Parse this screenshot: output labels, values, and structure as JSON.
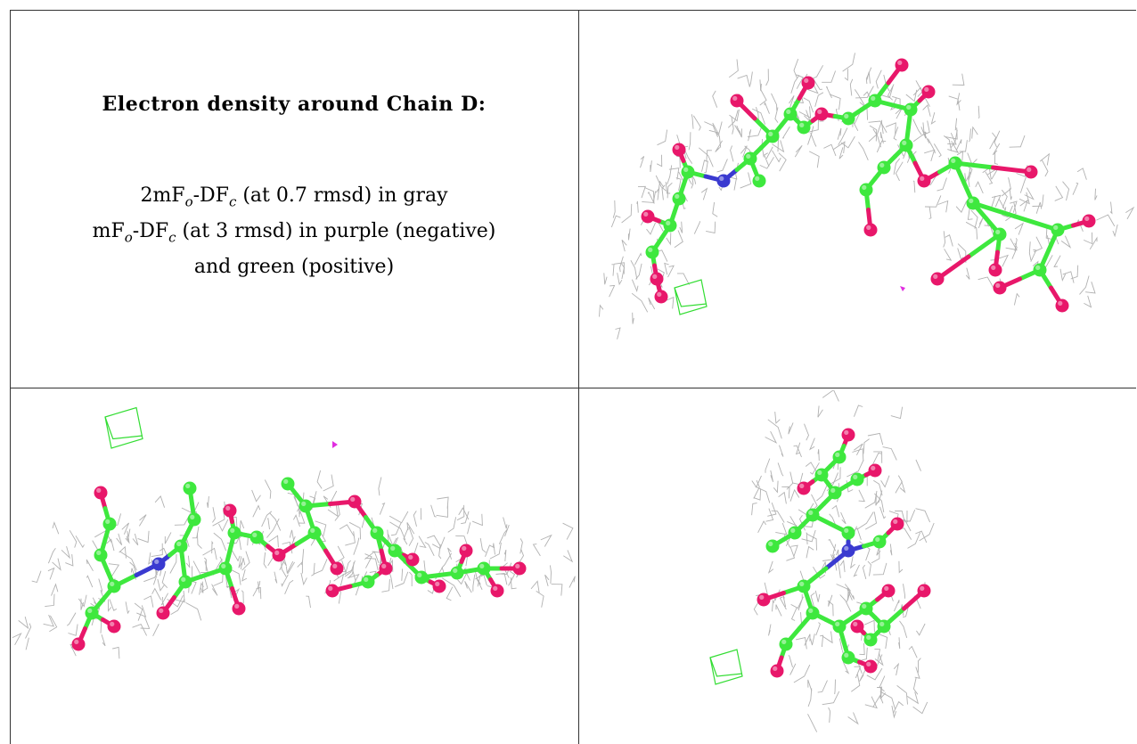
{
  "caption": {
    "title": "Electron density around Chain D:",
    "line1": {
      "a": "2mF",
      "s1": "o",
      "b": "-DF",
      "s2": "c",
      "c": " (at 0.7 rmsd) in gray"
    },
    "line2": {
      "a": "mF",
      "s1": "o",
      "b": "-DF",
      "s2": "c",
      "c": " (at 3 rmsd) in purple (negative)"
    },
    "line3": "and green (positive)"
  },
  "colors": {
    "mesh": "#a9a9a9",
    "carbon": "#3ee83e",
    "oxygen": "#e8176a",
    "nitrogen": "#3a3ad0",
    "negative_density": "#e02de0",
    "positive_density": "#33dd33"
  }
}
